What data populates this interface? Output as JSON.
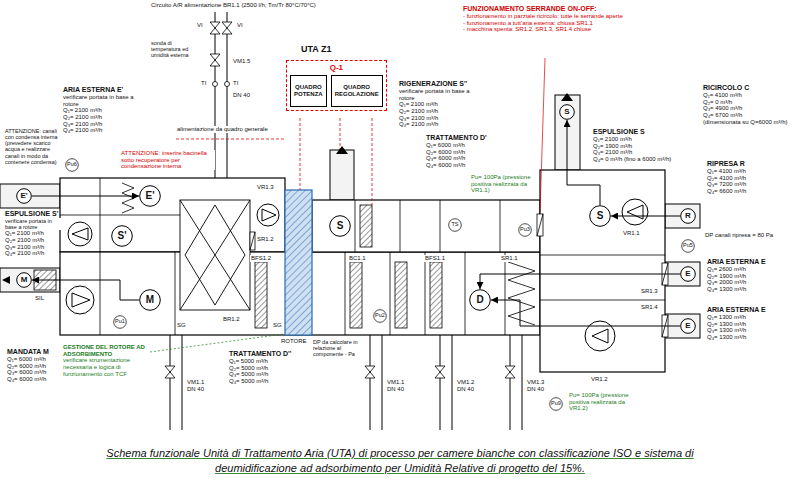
{
  "diagram": {
    "caption": "Schema funzionale Unità di Trattamento Aria (UTA) di processo per camere bianche con classificazione ISO e sistema di deumidificazione ad adsorbimento per Umidità Relative di progetto del 15%.",
    "nodes": [
      {
        "text": [
          "Q-1"
        ]
      },
      {
        "text": [
          "QUADRO POTENZA"
        ],
        "in": 0
      },
      {
        "text": [
          "QUADRO REGOLAZIONE"
        ],
        "in": 0
      },
      {
        "text": [
          "E'"
        ]
      },
      {
        "text": [
          "E'"
        ]
      },
      {
        "text": [
          "S'"
        ]
      },
      {
        "text": [
          "M"
        ]
      },
      {
        "text": [
          "M"
        ]
      },
      {
        "text": [
          "S"
        ]
      },
      {
        "text": [
          "D"
        ]
      },
      {
        "text": [
          "S"
        ]
      },
      {
        "text": [
          "S"
        ]
      },
      {
        "text": [
          "R"
        ]
      },
      {
        "text": [
          "E"
        ]
      },
      {
        "text": [
          "E"
        ]
      },
      {
        "text": [
          "Pu6"
        ]
      },
      {
        "text": [
          "Pu1"
        ]
      },
      {
        "text": [
          "Pu2"
        ]
      },
      {
        "text": [
          "Pu3"
        ]
      },
      {
        "text": [
          "Pu5"
        ]
      },
      {
        "text": [
          "Pu9"
        ]
      },
      {
        "text": [
          "TS"
        ]
      }
    ],
    "edges": [
      {
        "from": 3,
        "to": 4,
        "arrow": "to"
      },
      {
        "from": 7,
        "to": 6,
        "arrow": "to"
      },
      {
        "from": 12,
        "to": 10,
        "arrow": "to"
      },
      {
        "from": 10,
        "to": 11,
        "arrow": "to"
      },
      {
        "from": 13,
        "to": 9,
        "arrow": "to"
      },
      {
        "from": 14,
        "to": 9,
        "arrow": "to"
      }
    ],
    "labels": [
      "Circuito A/R alimentazione BR1.1 (2500 l/h; Tm/Tr 80°C/70°C)",
      "VI",
      "VI",
      "sonda di temperatura ed umidità esterna",
      "VM1.5",
      "TI",
      "TI",
      "DN 40",
      "UTA Z1",
      "FUNZIONAMENTO SERRANDE ON-OFF:",
      "- funzionamento in parziale ricircolo: tutte le serrande aperte",
      "- funzionamento a tutt'aria esterna: chiusa SR1.1",
      "- macchina spenta: SR1.2, SR1.3, SR1.4 chiuse",
      "ARIA ESTERNA E'",
      "verificare portata in base a rotore",
      "Q₁= 2100 m³/h",
      "Q₂= 2100 m³/h",
      "Q₃= 2100 m³/h",
      "Q₄= 2100 m³/h",
      "ATTENZIONE: canali con condensa interna (prevedere scarico acqua e realizzare canali in modo da contenere condensa)",
      "alimentazione da quadro generale",
      "ATTENZIONE: inserire bacinella sotto recuperatore per condensazione interna",
      "VR1.3",
      "ESPULSIONE S'",
      "verificare portata in base a rotore",
      "Q₁= 2100 m³/h",
      "Q₂= 2100 m³/h",
      "Q₃= 2100 m³/h",
      "Q₄= 2100 m³/h",
      "SIL",
      "MANDATA M",
      "Q₁= 6000 m³/h",
      "Q₂= 6000 m³/h",
      "Q₃= 6000 m³/h",
      "Q₄= 6000 m³/h",
      "GESTIONE DEL ROTORE AD ADSORBIMENTO",
      "verificare strumentazione necessaria e logica di funzionamento con TCF",
      "TRATTAMENTO D''",
      "Q₁= 5000 m³/h",
      "Q₂= 5000 m³/h",
      "Q₃= 5000 m³/h",
      "Q₄= 5000 m³/h",
      "DP da calcolare in relazione al componente - Pa",
      "RIGENERAZIONE S''",
      "verificare portata in base a rotore",
      "Q₁= 2100 m³/h",
      "Q₂= 2100 m³/h",
      "Q₃= 2100 m³/h",
      "Q₄= 2100 m³/h",
      "TRATTAMENTO D'",
      "Q₁= 6000 m³/h",
      "Q₂= 6000 m³/h",
      "Q₃= 6000 m³/h",
      "Q₄= 6000 m³/h",
      "Pu= 100Pa (pressione positiva realizzata da VR1.1)",
      "RICIRCOLO C",
      "Q₁= 4100 m³/h",
      "Q₂= 0 m³/h",
      "Q₃= 4900 m³/h",
      "Q₄= 6700 m³/h",
      "(dimensionata su Q=6000 m³/h)",
      "ESPULSIONE S",
      "Q₁= 2100 m³/h",
      "Q₂= 1900 m³/h",
      "Q₃= 2100 m³/h",
      "Q₄= 0 m³/h (fino a 6000 m³/h)",
      "RIPRESA R",
      "Q₁= 4100 m³/h",
      "Q₂= 4100 m³/h",
      "Q₃= 7200 m³/h",
      "Q₄= 6600 m³/h",
      "DP canali ripresa = 80 Pa",
      "ARIA ESTERNA E",
      "Q₁= 2600 m³/h",
      "Q₂= 1900 m³/h",
      "Q₃= 2000 m³/h",
      "Q₄= 1300 m³/h",
      "ARIA ESTERNA E",
      "Q₁= 1300 m³/h",
      "Q₂= 1300 m³/h",
      "Q₃= 1300 m³/h",
      "Q₄= 1300 m³/h",
      "SR1.2",
      "BR1.2",
      "ROTORE",
      "BC1.1",
      "BFS1.1",
      "BFS1.2",
      "SG",
      "SG",
      "SR1.1",
      "SR1.3",
      "SR1.4",
      "VR1.1",
      "VR1.2",
      "VM1.1",
      "DN 40",
      "VM1.1",
      "DN 40",
      "VM1.2",
      "DN 40",
      "VM1.3",
      "DN 40",
      "Pu= 100Pa (pressione positiva realizzata da VR1.2)"
    ]
  }
}
